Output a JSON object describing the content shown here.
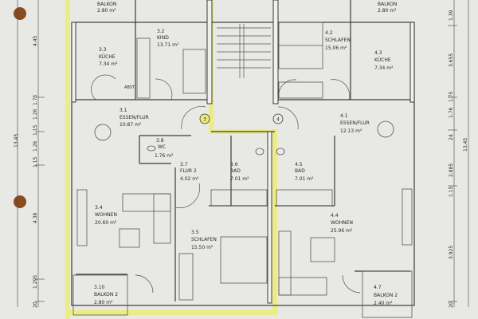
{
  "colors": {
    "paper": "#e8e8e5",
    "highlight": "#ecec7a",
    "wall": "#3a3a3a",
    "punch_hole": "#8b4a20"
  },
  "units": [
    {
      "number": "3",
      "rooms": [
        {
          "id": "3.2",
          "name": "KIND",
          "area": "13.71 m²"
        },
        {
          "id": "3.3",
          "name": "KÜCHE",
          "area": "7.34 m²"
        },
        {
          "id": "3.1",
          "name": "ESSEN/FLUR",
          "area": "10.87 m²"
        },
        {
          "id": "3.8",
          "name": "WC",
          "area": "1.76 m²"
        },
        {
          "id": "3.7",
          "name": "FLUR 2",
          "area": "4.02 m²"
        },
        {
          "id": "3.6",
          "name": "BAD",
          "area": "7.01 m²"
        },
        {
          "id": "3.4",
          "name": "WOHNEN",
          "area": "20.60 m²"
        },
        {
          "id": "3.5",
          "name": "SCHLAFEN",
          "area": "15.50 m²"
        },
        {
          "id": "3.10",
          "name": "BALKON 2",
          "area": "2.80 m²"
        }
      ],
      "top_balcony": {
        "name": "BALKON",
        "area": "2.80 m²"
      },
      "note": "ABST"
    },
    {
      "number": "4",
      "rooms": [
        {
          "id": "4.2",
          "name": "SCHLAFEN",
          "area": "15.06 m²"
        },
        {
          "id": "4.3",
          "name": "KÜCHE",
          "area": "7.34 m²"
        },
        {
          "id": "4.1",
          "name": "ESSEN/FLUR",
          "area": "12.13 m²"
        },
        {
          "id": "4.5",
          "name": "BAD",
          "area": "7.01 m²"
        },
        {
          "id": "4.4",
          "name": "WOHNEN",
          "area": "25.96 m²"
        },
        {
          "id": "4.7",
          "name": "BALKON 2",
          "area": "2.40 m²"
        }
      ],
      "top_balcony": {
        "name": "BALKON",
        "area": "2.80 m²"
      }
    }
  ],
  "dimensions": {
    "left_total": "13.45",
    "left": [
      "4.45",
      "1.75",
      "1.26",
      "1.15",
      "1.26",
      "1.15",
      "4.38",
      "1.295",
      "20"
    ],
    "right_total": "13.45",
    "right": [
      "1.39",
      "3.655",
      "1.75",
      "1.76",
      "24",
      "2.885",
      "1.15",
      "3.925",
      "20"
    ]
  }
}
